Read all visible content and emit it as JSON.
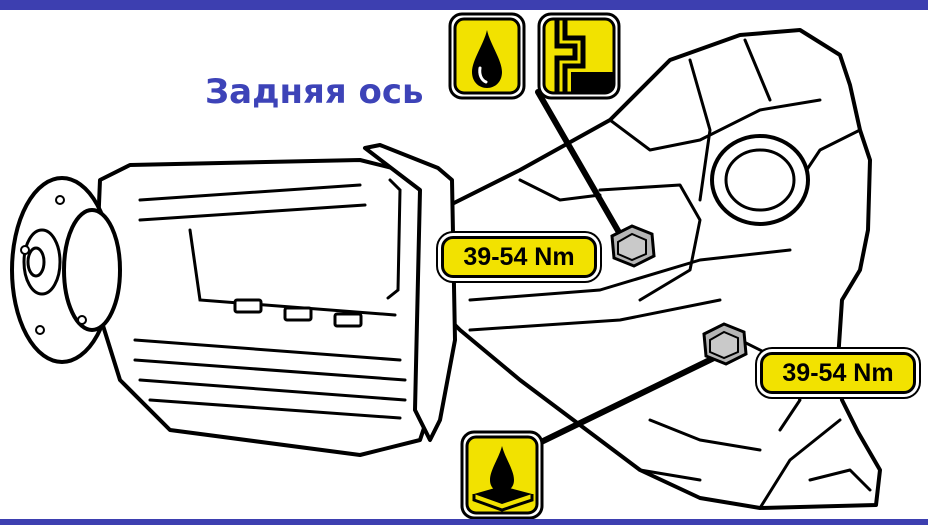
{
  "colors": {
    "band": "#3d3fb0",
    "title": "#3d43b8",
    "badge": "#f2e200",
    "outline": "#000000",
    "bolt": "#b5b5b5"
  },
  "title": "Задняя ось",
  "labels": {
    "upper_bolt_torque": "39-54 Nm",
    "lower_bolt_torque": "39-54 Nm"
  },
  "icons": [
    "oil-drop-icon",
    "oil-level-icon",
    "oil-drain-icon"
  ]
}
